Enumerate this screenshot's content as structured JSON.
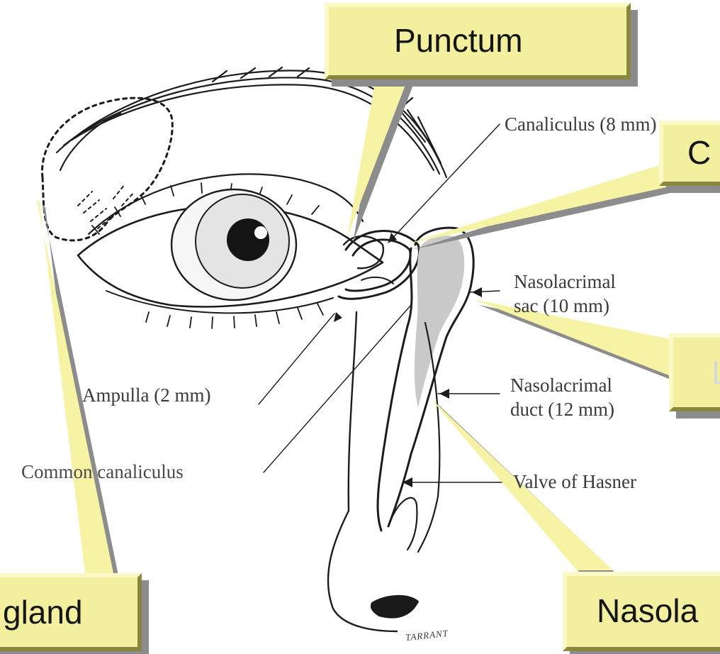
{
  "image_labels": {
    "canaliculus": "Canaliculus (8 mm)",
    "sac_line1": "Nasolacrimal",
    "sac_line2": "sac (10 mm)",
    "duct_line1": "Nasolacrimal",
    "duct_line2": "duct (12 mm)",
    "ampulla": "Ampulla (2 mm)",
    "common_canaliculus": "Common canaliculus",
    "valve": "Valve of Hasner",
    "artist": "TARRANT"
  },
  "callouts": {
    "punctum": "Punctum",
    "gland": "gland",
    "nasola": "Nasola",
    "c": "C",
    "l": "L"
  },
  "colors": {
    "callout_fill": "#f2f09e",
    "pointer_fill": "#f6f4a4",
    "shadow": "#8c8c8c",
    "line_art": "#1c1c1c"
  }
}
